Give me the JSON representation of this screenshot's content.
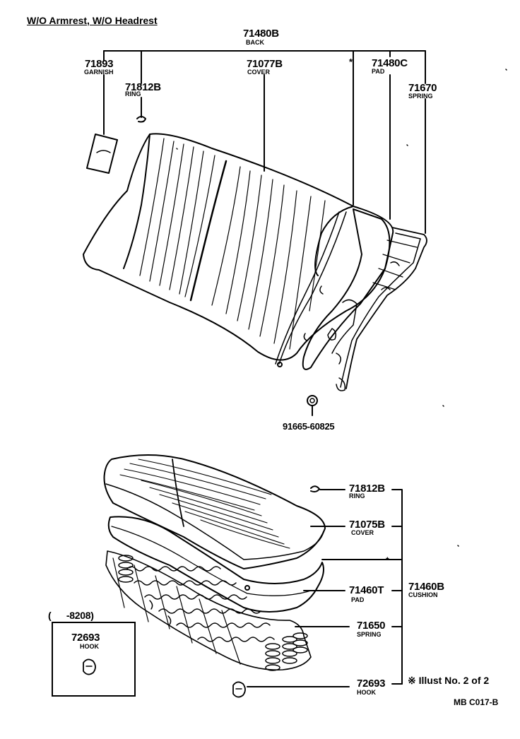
{
  "title": "W/O Armrest, W/O Headrest",
  "parts": {
    "back": {
      "number": "71480B",
      "name": "BACK"
    },
    "garnish": {
      "number": "71893",
      "name": "GARNISH"
    },
    "ring_upper": {
      "number": "71812B",
      "name": "RING"
    },
    "cover_back": {
      "number": "71077B",
      "name": "COVER"
    },
    "pad_back": {
      "number": "71480C",
      "name": "PAD"
    },
    "spring_back": {
      "number": "71670",
      "name": "SPRING"
    },
    "bolt": {
      "number": "91665-60825"
    },
    "ring_lower": {
      "number": "71812B",
      "name": "RING"
    },
    "cover_cushion": {
      "number": "71075B",
      "name": "COVER"
    },
    "cushion": {
      "number": "71460B",
      "name": "CUSHION"
    },
    "pad_cushion": {
      "number": "71460T",
      "name": "PAD"
    },
    "spring_cushion": {
      "number": "71650",
      "name": "SPRING"
    },
    "hook_main": {
      "number": "72693",
      "name": "HOOK"
    },
    "hook_box": {
      "range": "(      -8208)",
      "number": "72693",
      "name": "HOOK"
    }
  },
  "asterisk": "*",
  "illust_note": "※ Illust No. 2 of 2",
  "diagram_code": "MB C017-B"
}
